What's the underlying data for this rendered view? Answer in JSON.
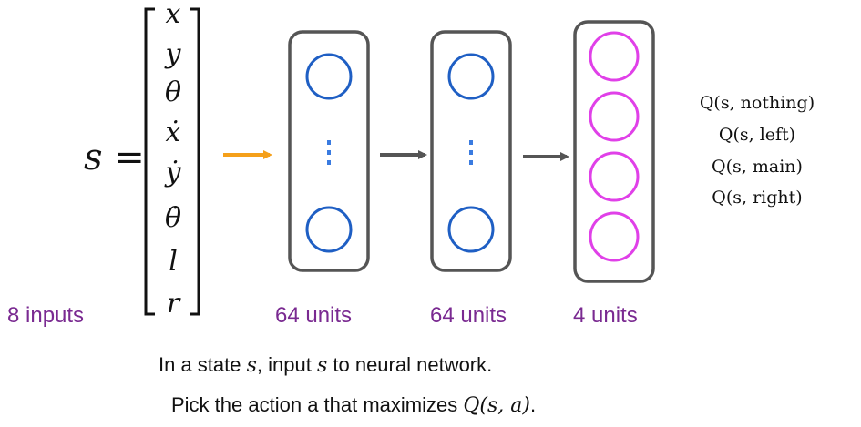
{
  "state_label": "s =",
  "state_vector": [
    "x",
    "y",
    "θ",
    "ẋ",
    "ẏ",
    "θ̇",
    "l",
    "r"
  ],
  "layers": {
    "input_label": "8 inputs",
    "hidden1_label": "64 units",
    "hidden2_label": "64 units",
    "output_label": "4 units"
  },
  "q_values": [
    "Q(s, nothing)",
    "Q(s, left)",
    "Q(s, main)",
    "Q(s, right)"
  ],
  "caption": {
    "line1_a": "In a state ",
    "line1_s1": "s",
    "line1_b": ", input ",
    "line1_s2": "s",
    "line1_c": "  to neural network.",
    "line2_a": "Pick the action a that maximizes ",
    "line2_q": "Q(s, a)",
    "line2_b": "."
  },
  "colors": {
    "hidden_node": "#1f5fc4",
    "output_node": "#e040e8",
    "input_arrow": "#f5a01a",
    "arrow": "#555555",
    "box": "#555555",
    "label_purple": "#7a2a91"
  }
}
